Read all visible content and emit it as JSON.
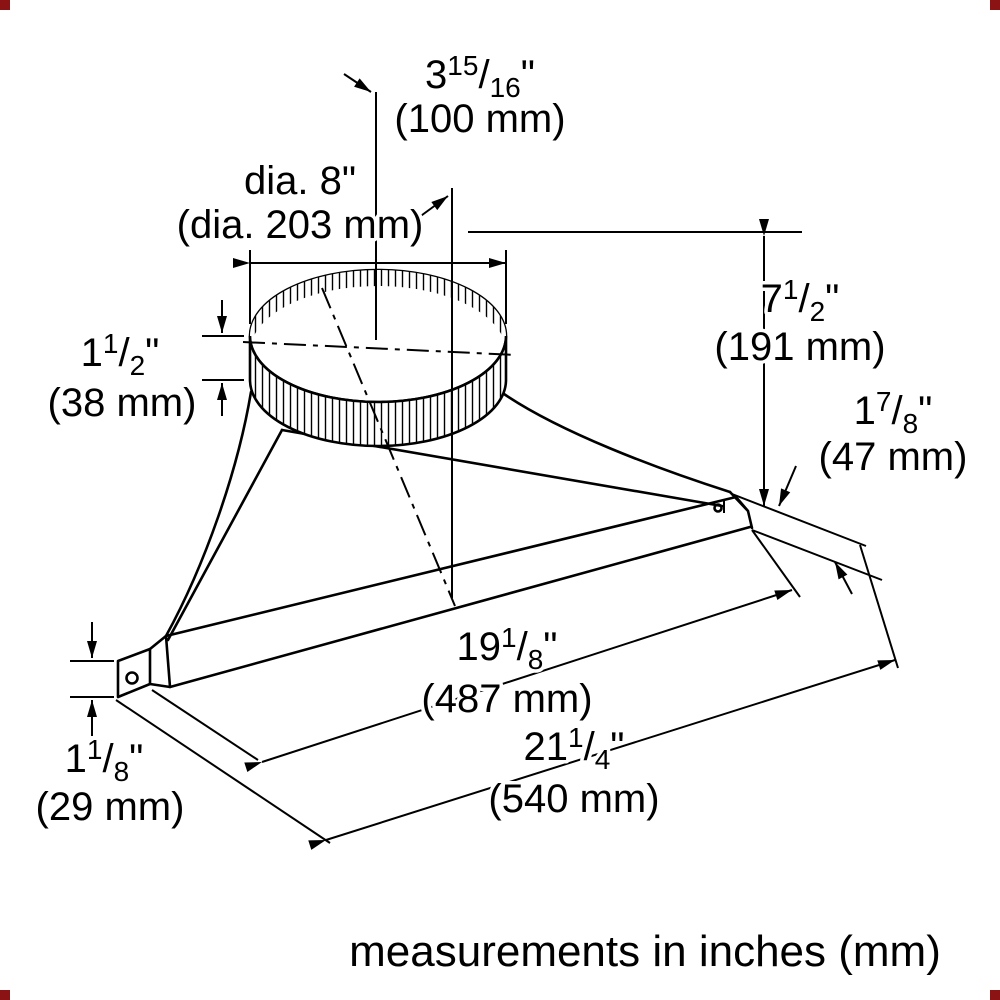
{
  "caption": "measurements in inches (mm)",
  "glyphs": {
    "fraction_separator": "/"
  },
  "dimensions": {
    "duct_offset": {
      "whole": "3",
      "num": "15",
      "den": "16",
      "unit": "\"",
      "metric": "(100 mm)"
    },
    "duct_diameter": {
      "line1": "dia. 8\"",
      "line2": "(dia. 203 mm)"
    },
    "hood_height": {
      "whole": "7",
      "num": "1",
      "den": "2",
      "unit": "\"",
      "metric": "(191 mm)"
    },
    "rear_flange_height": {
      "whole": "1",
      "num": "7",
      "den": "8",
      "unit": "\"",
      "metric": "(47 mm)"
    },
    "collar_height": {
      "whole": "1",
      "num": "1",
      "den": "2",
      "unit": "\"",
      "metric": "(38 mm)"
    },
    "front_lip_height": {
      "whole": "1",
      "num": "1",
      "den": "8",
      "unit": "\"",
      "metric": "(29 mm)"
    },
    "inner_width": {
      "whole": "19",
      "num": "1",
      "den": "8",
      "unit": "\"",
      "metric": "(487 mm)"
    },
    "overall_width": {
      "whole": "21",
      "num": "1",
      "den": "4",
      "unit": "\"",
      "metric": "(540 mm)"
    }
  },
  "colors": {
    "line": "#000000",
    "background": "#ffffff",
    "fiducial": "#8b1313"
  }
}
